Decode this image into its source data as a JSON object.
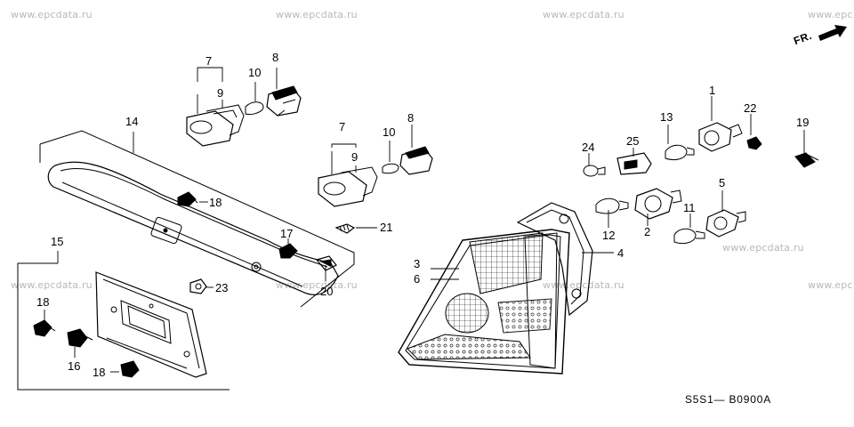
{
  "watermark": "www.epcdata.ru",
  "direction_label": "FR.",
  "diagram_code": "S5S1— B0900A",
  "callouts": {
    "c1": "1",
    "c2": "2",
    "c3": "3",
    "c4": "4",
    "c5": "5",
    "c6": "6",
    "c7a": "7",
    "c7b": "7",
    "c8a": "8",
    "c8b": "8",
    "c9a": "9",
    "c9b": "9",
    "c10a": "10",
    "c10b": "10",
    "c11": "11",
    "c12": "12",
    "c13": "13",
    "c14": "14",
    "c15": "15",
    "c16": "16",
    "c17": "17",
    "c18a": "18",
    "c18b": "18",
    "c18c": "18",
    "c19": "19",
    "c20": "20",
    "c21": "21",
    "c22": "22",
    "c23": "23",
    "c24": "24",
    "c25": "25"
  }
}
